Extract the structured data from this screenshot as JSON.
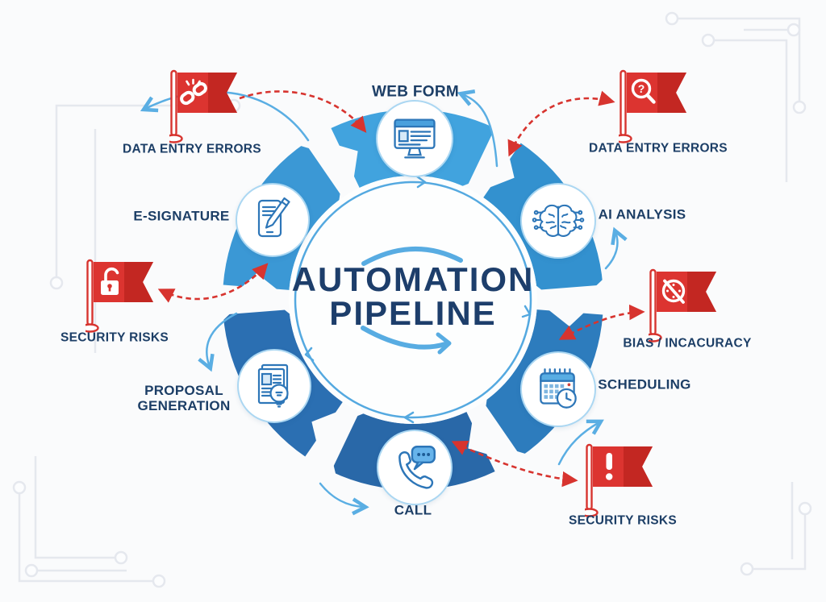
{
  "title": {
    "line1": "AUTOMATION",
    "line2": "PIPELINE"
  },
  "nodes": [
    {
      "id": "web-form",
      "label": "WEB FORM"
    },
    {
      "id": "ai-analysis",
      "label": "AI ANALYSIS"
    },
    {
      "id": "scheduling",
      "label": "SCHEDULING"
    },
    {
      "id": "call",
      "label": "CALL"
    },
    {
      "id": "proposal-generation",
      "label": "PROPOSAL GENERATION"
    },
    {
      "id": "e-signature",
      "label": "E-SIGNATURE"
    }
  ],
  "risk_flags": [
    {
      "id": "data-entry-errors-top-left",
      "label": "DATA ENTRY ERRORS",
      "icon": "broken-link-icon"
    },
    {
      "id": "data-entry-errors-top-right",
      "label": "DATA ENTRY ERRORS",
      "icon": "magnifier-question-icon"
    },
    {
      "id": "security-risks-left",
      "label": "SECURITY RISKS",
      "icon": "open-padlock-icon"
    },
    {
      "id": "bias-inaccuracy",
      "label": "BIAS / INCACURACY",
      "icon": "crossed-clock-icon"
    },
    {
      "id": "security-risks-bottom",
      "label": "SECURITY RISKS",
      "icon": "exclamation-icon"
    }
  ],
  "colors": {
    "background": "#fafbfc",
    "ring_blue_light": "#41a3de",
    "ring_blue_medium": "#3391cf",
    "ring_blue_dark": "#2968a8",
    "accent_blue": "#58ace2",
    "icon_blue": "#2d76b8",
    "flag_red": "#dc3430",
    "flag_red_dark": "#c32722",
    "risk_arrow_red": "#d7342f",
    "label_navy": "#1c3e66"
  }
}
